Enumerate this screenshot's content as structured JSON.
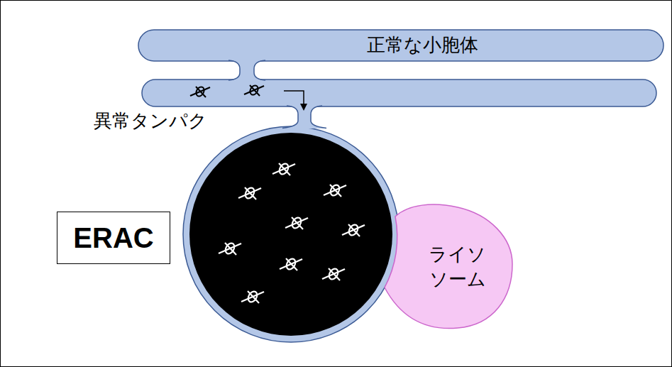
{
  "diagram": {
    "nodes": [
      {
        "text": [
          "正常な小胞体"
        ]
      },
      {
        "text": [
          "ERAC"
        ]
      },
      {
        "text": [
          "ライソ ソーム"
        ]
      }
    ],
    "labels": [
      "異常タンパク"
    ]
  }
}
